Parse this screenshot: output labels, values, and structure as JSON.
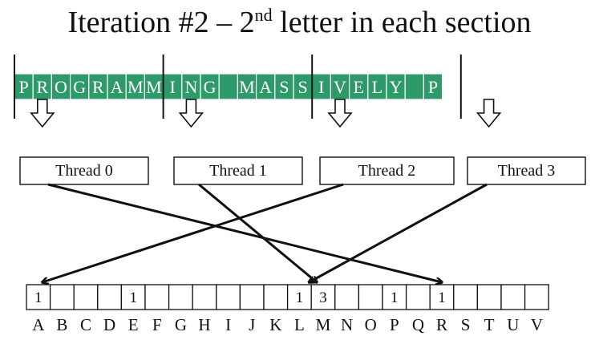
{
  "title": {
    "prefix": "Iteration #2 – 2",
    "superscript": "nd",
    "suffix": " letter in each section"
  },
  "colors": {
    "letter_bar": "#2e9a6a",
    "letter_text": "#ffffff",
    "stroke": "#111111"
  },
  "input_letters": [
    "P",
    "R",
    "O",
    "G",
    "R",
    "A",
    "M",
    "M",
    "I",
    "N",
    "G",
    " ",
    "M",
    "A",
    "S",
    "S",
    "I",
    "V",
    "E",
    "L",
    "Y",
    " ",
    "P"
  ],
  "threads": [
    "Thread 0",
    "Thread 1",
    "Thread 2",
    "Thread 3"
  ],
  "histogram": {
    "bins": [
      "A",
      "B",
      "C",
      "D",
      "E",
      "F",
      "G",
      "H",
      "I",
      "J",
      "K",
      "L",
      "M",
      "N",
      "O",
      "P",
      "Q",
      "R",
      "S",
      "T",
      "U",
      "V"
    ],
    "counts": [
      "1",
      "",
      "",
      "",
      "1",
      "",
      "",
      "",
      "",
      "",
      "",
      "1",
      "3",
      "",
      "",
      "1",
      "",
      "1",
      "",
      "",
      "",
      ""
    ]
  },
  "arrow_targets": [
    "R",
    "M",
    "A",
    "L"
  ]
}
